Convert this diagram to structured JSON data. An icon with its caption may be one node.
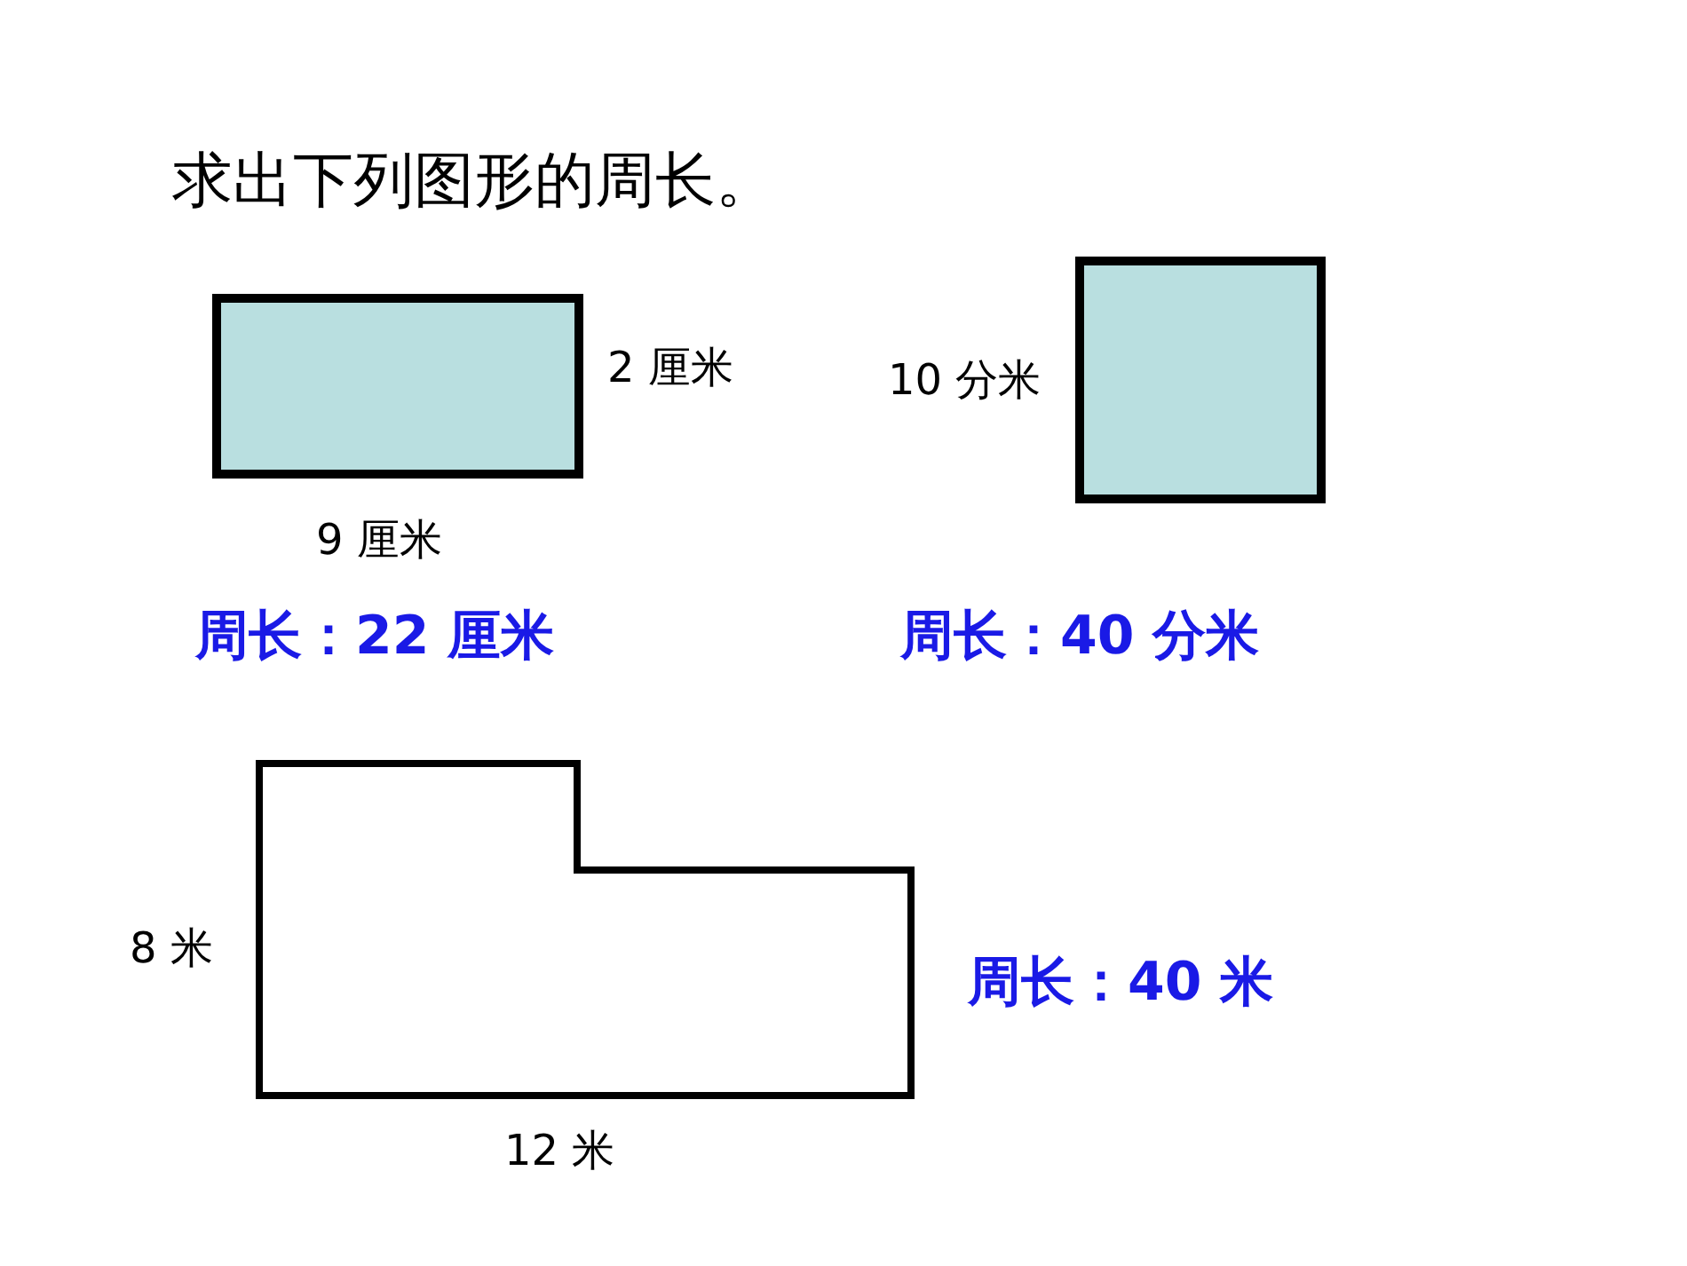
{
  "diagram": {
    "title": "求出下列图形的周长。",
    "labels": [
      "2 厘米",
      "10 分米",
      "9 厘米",
      "周长：22 厘米",
      "周长：40 分米",
      "8 米",
      "周长：40 米",
      "12 米"
    ]
  }
}
